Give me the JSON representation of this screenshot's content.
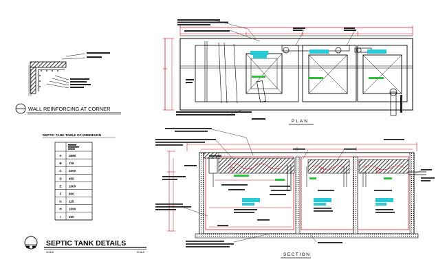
{
  "wall_detail": {
    "title": "WALL REINFORCING AT CORNER"
  },
  "dimension_table": {
    "title": "SEPTIC TANK TABLE OF DIMENSION",
    "rows": [
      {
        "key": "A",
        "value": "2880"
      },
      {
        "key": "B",
        "value": "115"
      },
      {
        "key": "C",
        "value": "1000"
      },
      {
        "key": "D",
        "value": "455"
      },
      {
        "key": "E",
        "value": "1000"
      },
      {
        "key": "F",
        "value": "800"
      },
      {
        "key": "G",
        "value": "115"
      },
      {
        "key": "H",
        "value": "1000"
      },
      {
        "key": "I",
        "value": "200"
      }
    ]
  },
  "plan": {
    "title": "PLAN"
  },
  "section": {
    "title": "SECTION"
  },
  "main_title": {
    "text": "SEPTIC TANK DETAILS",
    "scale_left": "SCALE",
    "scale_right": "SCALE"
  },
  "colors": {
    "line": "#000000",
    "accent_red": "#e0141e",
    "cyan_label": "#29c9d6",
    "green_label": "#2fc23a"
  }
}
